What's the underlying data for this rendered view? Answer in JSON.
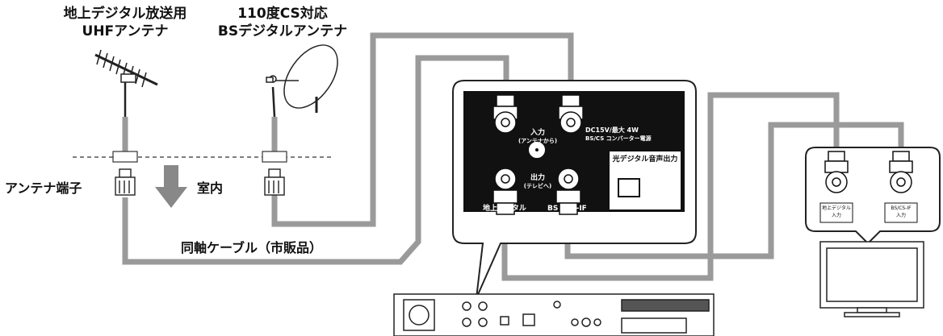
{
  "labels": {
    "uhf_antenna_line1": "地上デジタル放送用",
    "uhf_antenna_line2": "UHFアンテナ",
    "bs_antenna_line1": "110度CS対応",
    "bs_antenna_line2": "BSデジタルアンテナ",
    "antenna_terminal": "アンテナ端子",
    "indoor": "室内",
    "coax_cable": "同軸ケーブル（市販品）"
  },
  "panel": {
    "input_label": "入力",
    "input_sub": "(アンテナから)",
    "output_label": "出力",
    "output_sub": "(テレビへ)",
    "power_line1": "DC15V/最大 4W",
    "power_line2": "BS/CS コンバーター電源",
    "optical_label": "光デジタル音声出力",
    "terrestrial_label": "地上デジタル",
    "bs_label": "BS・CS-IF"
  },
  "tv": {
    "terrestrial_input_line1": "地上デジタル",
    "terrestrial_input_line2": "入力",
    "bs_input_line1": "BS/CS-IF",
    "bs_input_line2": "入力"
  },
  "colors": {
    "cable": "#9a9a9a",
    "panel_black": "#111111",
    "connector": "#ffffff"
  }
}
